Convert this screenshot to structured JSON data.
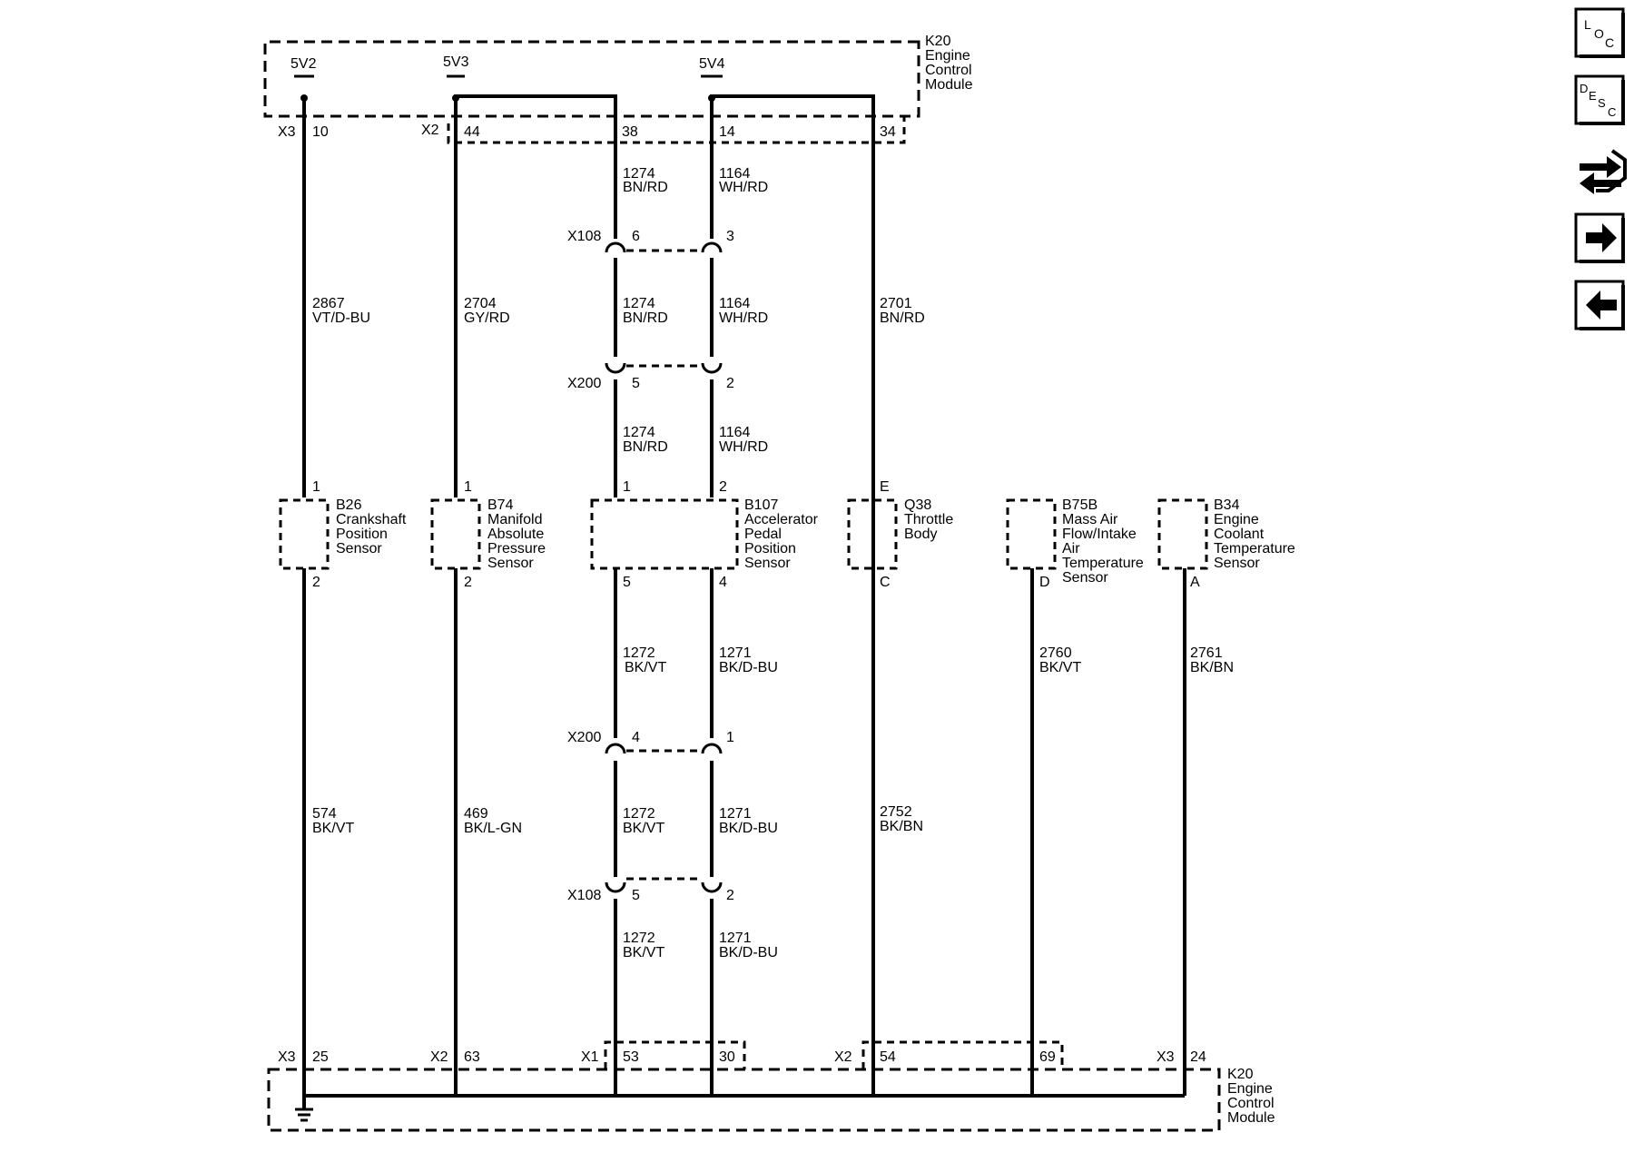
{
  "modules": {
    "top": [
      "K20",
      "Engine",
      "Control",
      "Module"
    ],
    "bottom": [
      "K20",
      "Engine",
      "Control",
      "Module"
    ]
  },
  "refs": {
    "v1": "5V2",
    "v2": "5V3",
    "v3": "5V4"
  },
  "top_pins": {
    "x3": "X3",
    "p10": "10",
    "x2": "X2",
    "p44": "44",
    "p38": "38",
    "p14": "14",
    "p34": "34"
  },
  "bottom_pins": {
    "x3a": "X3",
    "p25": "25",
    "x2a": "X2",
    "p63": "63",
    "x1": "X1",
    "p53": "53",
    "p30": "30",
    "x2b": "X2",
    "p54": "54",
    "p69": "69",
    "x3b": "X3",
    "p24": "24"
  },
  "wires": {
    "w1274a": [
      "1274",
      "BN/RD"
    ],
    "w1164a": [
      "1164",
      "WH/RD"
    ],
    "w2867": [
      "2867",
      "VT/D-BU"
    ],
    "w2704": [
      "2704",
      "GY/RD"
    ],
    "w1274b": [
      "1274",
      "BN/RD"
    ],
    "w1164b": [
      "1164",
      "WH/RD"
    ],
    "w2701": [
      "2701",
      "BN/RD"
    ],
    "w1274c": [
      "1274",
      "BN/RD"
    ],
    "w1164c": [
      "1164",
      "WH/RD"
    ],
    "w1272a": [
      "1272",
      "BK/VT"
    ],
    "w1271a": [
      "1271",
      "BK/D-BU"
    ],
    "w2760": [
      "2760",
      "BK/VT"
    ],
    "w2761": [
      "2761",
      "BK/BN"
    ],
    "w574": [
      "574",
      "BK/VT"
    ],
    "w469": [
      "469",
      "BK/L-GN"
    ],
    "w1272b": [
      "1272",
      "BK/VT"
    ],
    "w1271b": [
      "1271",
      "BK/D-BU"
    ],
    "w2752": [
      "2752",
      "BK/BN"
    ],
    "w1272c": [
      "1272",
      "BK/VT"
    ],
    "w1271c": [
      "1271",
      "BK/D-BU"
    ]
  },
  "connectors": {
    "x108a": {
      "name": "X108",
      "left": "6",
      "right": "3"
    },
    "x200a": {
      "name": "X200",
      "left": "5",
      "right": "2"
    },
    "x200b": {
      "name": "X200",
      "left": "4",
      "right": "1"
    },
    "x108b": {
      "name": "X108",
      "left": "5",
      "right": "2"
    }
  },
  "components": {
    "b26": {
      "pin_top": "1",
      "pin_bottom": "2",
      "label": [
        "B26",
        "Crankshaft",
        "Position",
        "Sensor"
      ]
    },
    "b74": {
      "pin_top": "1",
      "pin_bottom": "2",
      "label": [
        "B74",
        "Manifold",
        "Absolute",
        "Pressure",
        "Sensor"
      ]
    },
    "b107": {
      "pin_top_l": "1",
      "pin_top_r": "2",
      "pin_bottom_l": "5",
      "pin_bottom_r": "4",
      "label": [
        "B107",
        "Accelerator",
        "Pedal",
        "Position",
        "Sensor"
      ]
    },
    "q38": {
      "pin_top": "E",
      "pin_bottom": "C",
      "label": [
        "Q38",
        "Throttle",
        "Body"
      ]
    },
    "b75b": {
      "pin_bottom": "D",
      "label": [
        "B75B",
        "Mass Air",
        "Flow/Intake",
        "Air",
        "Temperature",
        "Sensor"
      ]
    },
    "b34": {
      "pin_bottom": "A",
      "label": [
        "B34",
        "Engine",
        "Coolant",
        "Temperature",
        "Sensor"
      ]
    }
  },
  "sidebar": {
    "loc": [
      "L",
      "O",
      "C"
    ],
    "desc": [
      "D",
      "E",
      "S",
      "C"
    ],
    "icons": [
      "connector-swap-icon",
      "arrow-right-icon",
      "arrow-left-icon"
    ]
  }
}
